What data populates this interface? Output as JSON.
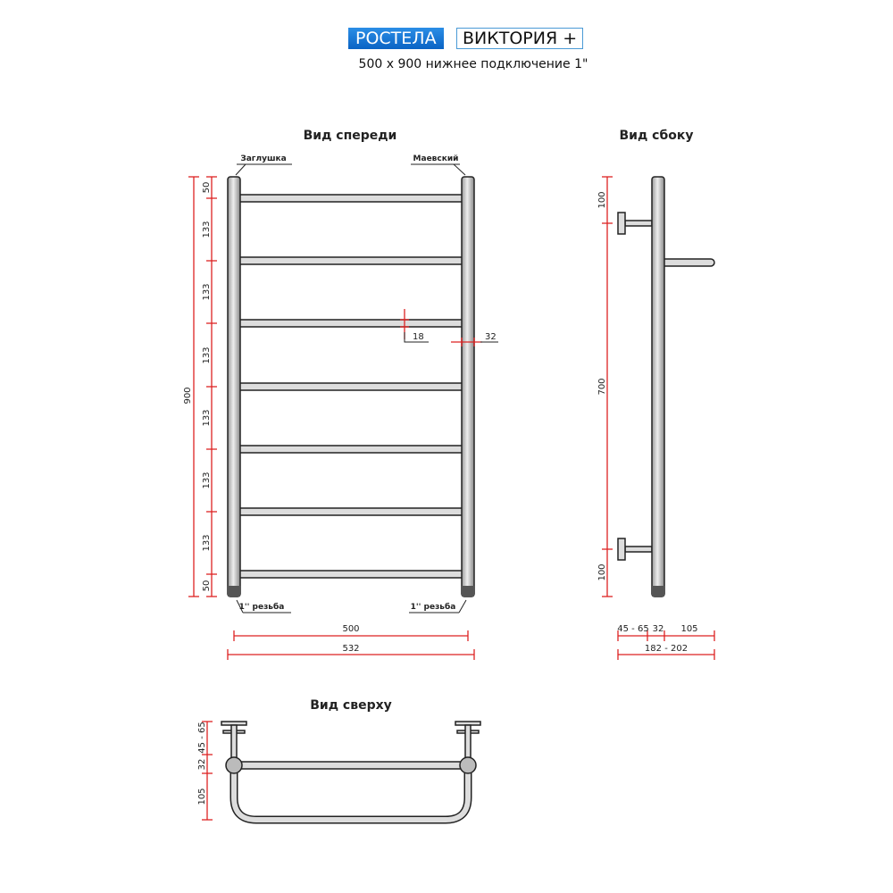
{
  "header": {
    "brand": "РОСТЕЛА",
    "model": "ВИКТОРИЯ +",
    "subtitle": "500 x 900 нижнее подключение 1\""
  },
  "front_view": {
    "title": "Вид спереди",
    "label_left": "Заглушка",
    "label_right": "Маевский",
    "thread_left": "1'' резьба",
    "thread_right": "1'' резьба",
    "height_total": "900",
    "segments": [
      "50",
      "133",
      "133",
      "133",
      "133",
      "133",
      "133",
      "50"
    ],
    "rung_dim": "18",
    "post_dim": "32",
    "width_inner": "500",
    "width_outer": "532"
  },
  "side_view": {
    "title": "Вид сбоку",
    "segments": [
      "100",
      "700",
      "100"
    ],
    "depth_wall": "45 - 65",
    "depth_post": "32",
    "depth_bar": "105",
    "depth_total": "182 - 202"
  },
  "top_view": {
    "title": "Вид сверху",
    "segments": [
      "45 - 65",
      "32",
      "105"
    ]
  }
}
